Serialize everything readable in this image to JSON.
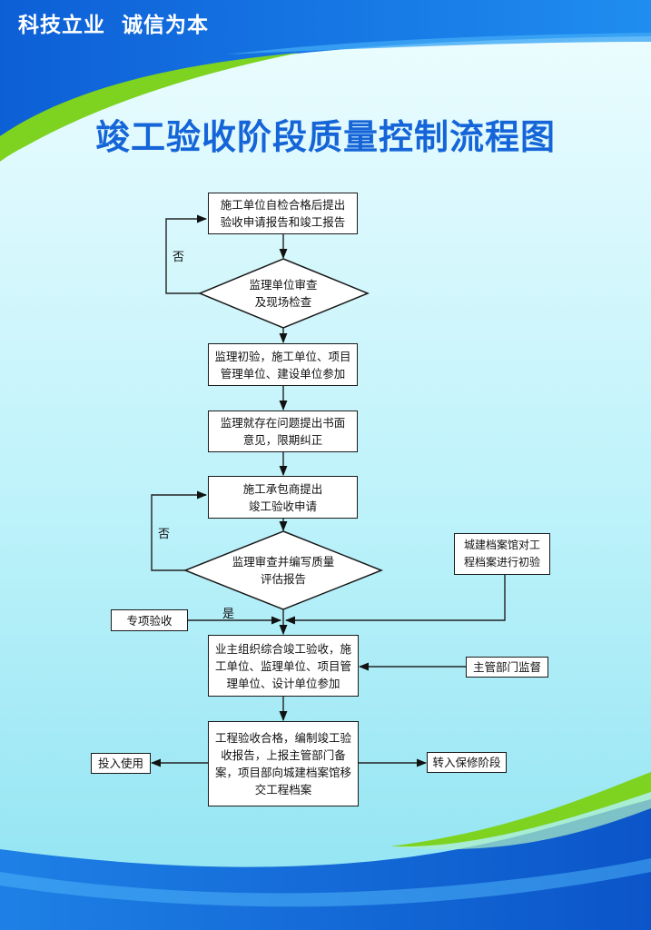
{
  "header": {
    "slogan": "科技立业  诚信为本",
    "title": "竣工验收阶段质量控制流程图"
  },
  "colors": {
    "background_light": "#c9f6fb",
    "background_mid": "#7fe0f0",
    "wave_blue": "#1e88e5",
    "wave_green": "#7ed321",
    "title_blue": "#1565d8"
  },
  "flow": {
    "step1": "施工单位自检合格后提出\n验收申请报告和竣工报告",
    "decision1": "监理单位审查\n及现场检查",
    "no1": "否",
    "step2": "监理初验，施工单位、项目\n管理单位、建设单位参加",
    "step3": "监理就存在问题提出书面\n意见，限期纠正",
    "step4": "施工承包商提出\n竣工验收申请",
    "decision2": "监理审查并编写质量\n评估报告",
    "no2": "否",
    "yes": "是",
    "side_archive": "城建档案馆对工\n程档案进行初验",
    "special_acceptance": "专项验收",
    "step5": "业主组织综合竣工验收，施\n工单位、监理单位、项目管\n理单位、设计单位参加",
    "supervision": "主管部门监督",
    "step6": "工程验收合格，编制竣工验\n收报告，上报主管部门备\n案，项目部向城建档案馆移\n交工程档案",
    "put_into_use": "投入使用",
    "warranty": "转入保修阶段"
  }
}
